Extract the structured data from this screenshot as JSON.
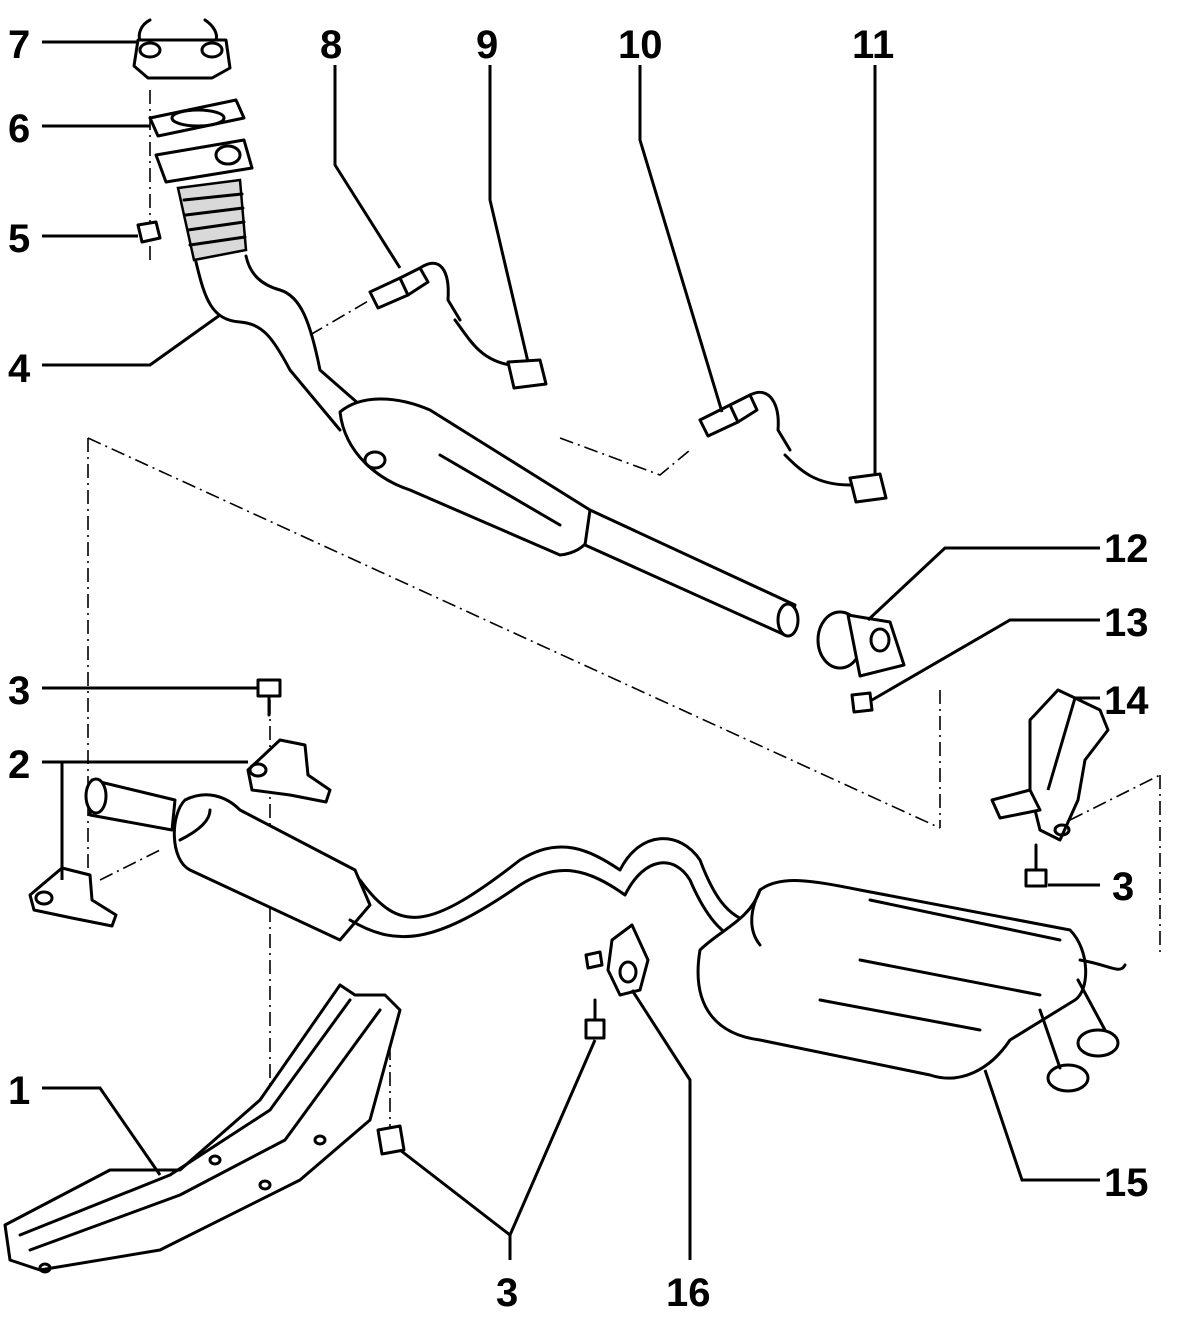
{
  "diagram": {
    "callouts": [
      {
        "id": "c7",
        "text": "7"
      },
      {
        "id": "c6",
        "text": "6"
      },
      {
        "id": "c5",
        "text": "5"
      },
      {
        "id": "c4",
        "text": "4"
      },
      {
        "id": "c8",
        "text": "8"
      },
      {
        "id": "c9",
        "text": "9"
      },
      {
        "id": "c10",
        "text": "10"
      },
      {
        "id": "c11",
        "text": "11"
      },
      {
        "id": "c12",
        "text": "12"
      },
      {
        "id": "c13",
        "text": "13"
      },
      {
        "id": "c3a",
        "text": "3"
      },
      {
        "id": "c2",
        "text": "2"
      },
      {
        "id": "c14",
        "text": "14"
      },
      {
        "id": "c3b",
        "text": "3"
      },
      {
        "id": "c1",
        "text": "1"
      },
      {
        "id": "c15",
        "text": "15"
      },
      {
        "id": "c3c",
        "text": "3"
      },
      {
        "id": "c16",
        "text": "16"
      }
    ]
  }
}
